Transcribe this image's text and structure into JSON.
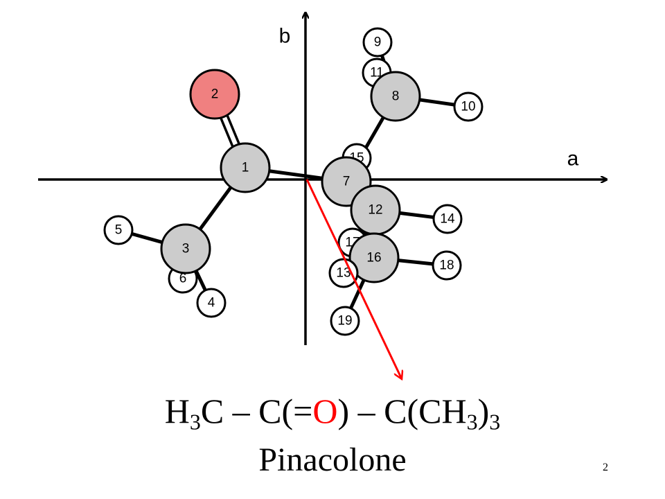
{
  "axes": {
    "a_label": "a",
    "b_label": "b"
  },
  "atoms": [
    {
      "id": "1",
      "label": "1",
      "kind": "heavy",
      "color": "#cccccc"
    },
    {
      "id": "2",
      "label": "2",
      "kind": "oxygen",
      "color": "#f08080"
    },
    {
      "id": "3",
      "label": "3",
      "kind": "heavy",
      "color": "#cccccc"
    },
    {
      "id": "4",
      "label": "4",
      "kind": "hydrogen",
      "color": "#ffffff"
    },
    {
      "id": "5",
      "label": "5",
      "kind": "hydrogen",
      "color": "#ffffff"
    },
    {
      "id": "6",
      "label": "6",
      "kind": "hydrogen",
      "color": "#ffffff"
    },
    {
      "id": "7",
      "label": "7",
      "kind": "heavy",
      "color": "#cccccc"
    },
    {
      "id": "8",
      "label": "8",
      "kind": "heavy",
      "color": "#cccccc"
    },
    {
      "id": "9",
      "label": "9",
      "kind": "hydrogen",
      "color": "#ffffff"
    },
    {
      "id": "10",
      "label": "10",
      "kind": "hydrogen",
      "color": "#ffffff"
    },
    {
      "id": "11",
      "label": "11",
      "kind": "hydrogen",
      "color": "#ffffff"
    },
    {
      "id": "12",
      "label": "12",
      "kind": "heavy",
      "color": "#cccccc"
    },
    {
      "id": "13",
      "label": "13",
      "kind": "hydrogen",
      "color": "#ffffff"
    },
    {
      "id": "14",
      "label": "14",
      "kind": "hydrogen",
      "color": "#ffffff"
    },
    {
      "id": "15",
      "label": "15",
      "kind": "hydrogen",
      "color": "#ffffff"
    },
    {
      "id": "16",
      "label": "16",
      "kind": "heavy",
      "color": "#cccccc"
    },
    {
      "id": "17",
      "label": "17",
      "kind": "hydrogen",
      "color": "#ffffff"
    },
    {
      "id": "18",
      "label": "18",
      "kind": "hydrogen",
      "color": "#ffffff"
    },
    {
      "id": "19",
      "label": "19",
      "kind": "hydrogen",
      "color": "#ffffff"
    }
  ],
  "bonds": [
    {
      "from": "1",
      "to": "2",
      "order": 2
    },
    {
      "from": "1",
      "to": "3",
      "order": 1
    },
    {
      "from": "1",
      "to": "7",
      "order": 1
    },
    {
      "from": "3",
      "to": "4",
      "order": 1
    },
    {
      "from": "3",
      "to": "5",
      "order": 1
    },
    {
      "from": "3",
      "to": "6",
      "order": 1
    },
    {
      "from": "7",
      "to": "8",
      "order": 1
    },
    {
      "from": "7",
      "to": "12",
      "order": 1
    },
    {
      "from": "7",
      "to": "16",
      "order": 1
    },
    {
      "from": "8",
      "to": "9",
      "order": 1
    },
    {
      "from": "8",
      "to": "10",
      "order": 1
    },
    {
      "from": "8",
      "to": "11",
      "order": 1
    },
    {
      "from": "12",
      "to": "13",
      "order": 1
    },
    {
      "from": "12",
      "to": "14",
      "order": 1
    },
    {
      "from": "12",
      "to": "15",
      "order": 1
    },
    {
      "from": "16",
      "to": "17",
      "order": 1
    },
    {
      "from": "16",
      "to": "18",
      "order": 1
    },
    {
      "from": "16",
      "to": "19",
      "order": 1
    }
  ],
  "dipole_arrow_color": "#ff0000",
  "formula": {
    "part1": "H",
    "sub1": "3",
    "part2": "C – C(=",
    "oxygen": "O",
    "oxygen_color": "#ff0000",
    "part3": ") – C(CH",
    "sub2": "3",
    "part4": ")",
    "sub3": "3"
  },
  "compound_name": "Pinacolone",
  "slide_number": "2"
}
